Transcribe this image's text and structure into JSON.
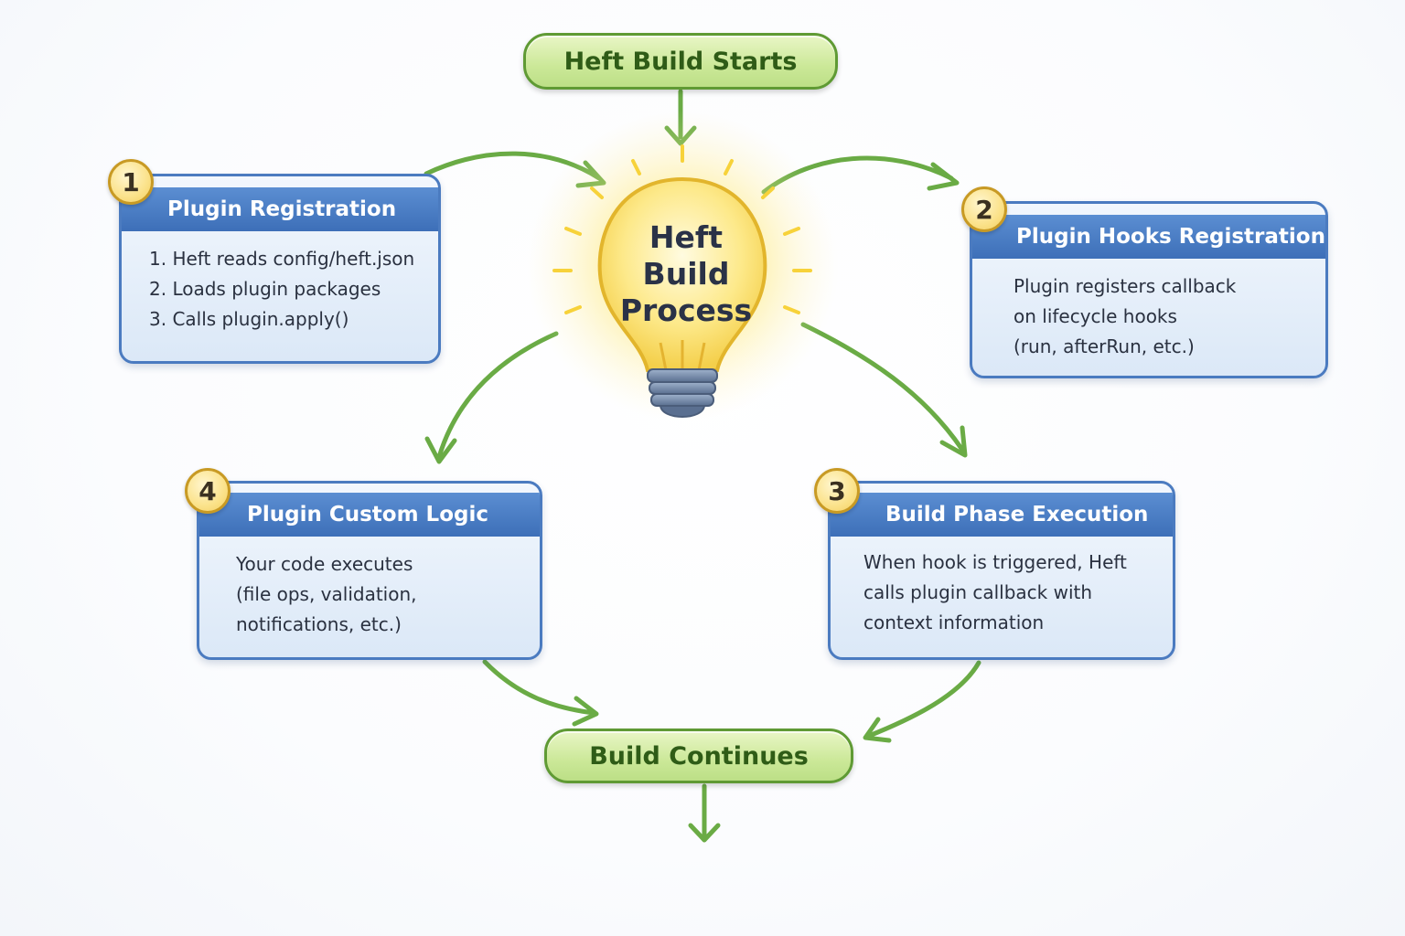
{
  "start": {
    "label": "Heft Build Starts"
  },
  "center": {
    "lines": [
      "Heft",
      "Build",
      "Process"
    ]
  },
  "steps": [
    {
      "number": "1",
      "title": "Plugin Registration",
      "lines": [
        "1. Heft reads config/heft.json",
        "2. Loads plugin packages",
        "3. Calls plugin.apply()"
      ]
    },
    {
      "number": "2",
      "title": "Plugin Hooks Registration",
      "lines": [
        "Plugin registers callback",
        "on lifecycle hooks",
        "(run, afterRun, etc.)"
      ]
    },
    {
      "number": "3",
      "title": "Build Phase Execution",
      "lines": [
        "When hook is triggered, Heft",
        "calls plugin callback with",
        "context information"
      ]
    },
    {
      "number": "4",
      "title": "Plugin Custom Logic",
      "lines": [
        "Your code executes",
        "(file ops, validation,",
        "notifications, etc.)"
      ]
    }
  ],
  "end": {
    "label": "Build Continues"
  },
  "colors": {
    "arrow": "#6aab45",
    "pill_border": "#5f9a34",
    "card_border": "#4b7bc0",
    "card_header": "#4a7cc3",
    "badge": "#f6d770",
    "bulb_glass": "#fde98a",
    "bulb_base": "#6f86a8"
  },
  "icons": {
    "center": "lightbulb-icon"
  }
}
